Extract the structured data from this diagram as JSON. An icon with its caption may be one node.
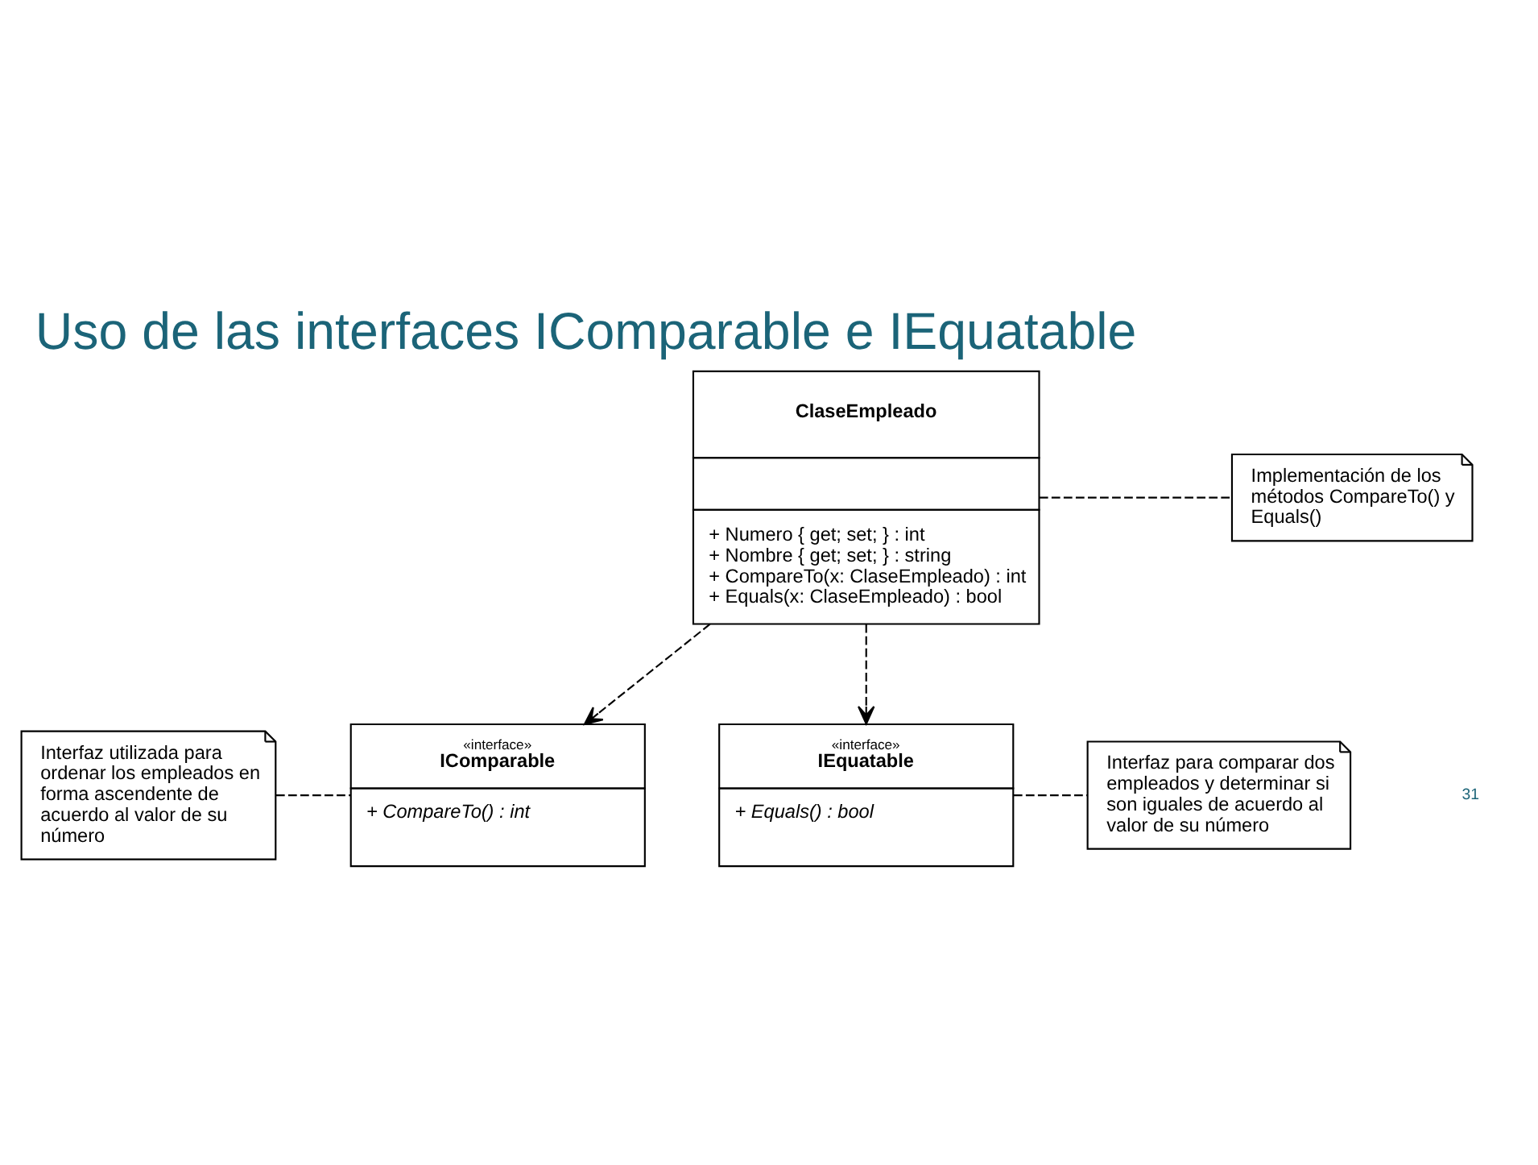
{
  "diagram": {
    "title": "Uso de las interfaces IComparable e IEquatable",
    "nodes": [
      {
        "text": [
          "Interfaz utilizada para ordenar los empleados en forma ascendente de acuerdo al valor de su número"
        ]
      },
      {
        "text": [
          "«interface»",
          "IComparable",
          "+ CompareTo() : int"
        ]
      },
      {
        "text": [
          "«interface»",
          "IEquatable",
          "+ Equals() : bool"
        ]
      },
      {
        "text": [
          "Interfaz para comparar dos empleados y determinar si son iguales de acuerdo al valor de su número"
        ]
      },
      {
        "text": [
          "ClaseEmpleado",
          "+ Numero { get; set; } : int",
          "+ Nombre { get; set; } : string",
          "+ CompareTo(x: ClaseEmpleado) : int",
          "+ Equals(x: ClaseEmpleado) : bool"
        ]
      },
      {
        "text": [
          "Implementación de los métodos CompareTo() y Equals()"
        ]
      }
    ],
    "edges": [
      {
        "from": 0,
        "to": 1,
        "arrow": "none",
        "style": "dashed"
      },
      {
        "from": 2,
        "to": 3,
        "arrow": "none",
        "style": "dashed"
      },
      {
        "from": 4,
        "to": 1,
        "arrow": "to",
        "style": "dashed"
      },
      {
        "from": 4,
        "to": 2,
        "arrow": "to",
        "style": "dashed"
      },
      {
        "from": 4,
        "to": 5,
        "arrow": "none",
        "style": "dashed"
      }
    ],
    "labels": [
      "31"
    ]
  }
}
